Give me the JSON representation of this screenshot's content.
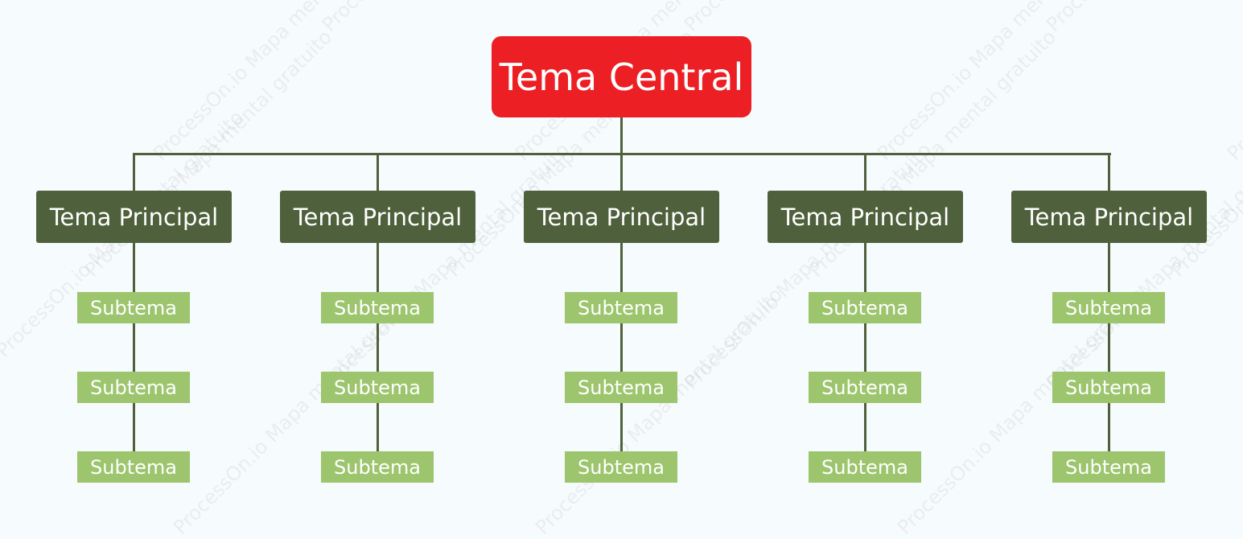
{
  "watermark_text": "ProcessOn.io Mapa mental gratuito",
  "central": {
    "label": "Tema Central"
  },
  "topics": [
    {
      "label": "Tema Principal",
      "subtopics": [
        "Subtema",
        "Subtema",
        "Subtema"
      ]
    },
    {
      "label": "Tema Principal",
      "subtopics": [
        "Subtema",
        "Subtema",
        "Subtema"
      ]
    },
    {
      "label": "Tema Principal",
      "subtopics": [
        "Subtema",
        "Subtema",
        "Subtema"
      ]
    },
    {
      "label": "Tema Principal",
      "subtopics": [
        "Subtema",
        "Subtema",
        "Subtema"
      ]
    },
    {
      "label": "Tema Principal",
      "subtopics": [
        "Subtema",
        "Subtema",
        "Subtema"
      ]
    }
  ],
  "colors": {
    "central": "#ec1f24",
    "main": "#4f603c",
    "sub": "#9cc56d",
    "connector": "#4f603c",
    "background": "#f6fbfd"
  }
}
